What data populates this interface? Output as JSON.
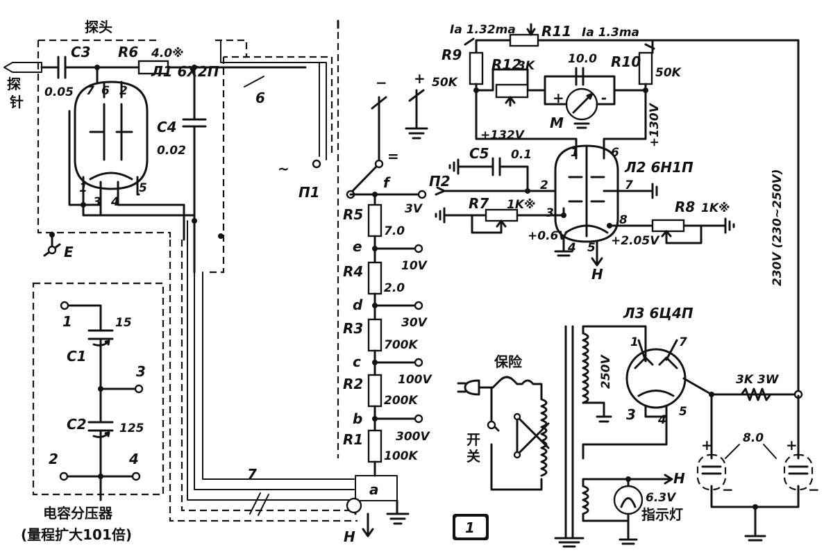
{
  "probe": {
    "title": "探头",
    "needle": "探针",
    "c3": "C3",
    "c3_value": "0.05",
    "r6": "R6",
    "r6_value": "4.0※",
    "tube": "Л1 6Х2П",
    "c4": "C4",
    "c4_value": "0.02",
    "pins": [
      "7",
      "6",
      "2",
      "1",
      "3",
      "4",
      "5"
    ],
    "ground_terminal": "E"
  },
  "cable": {
    "label_6": "6",
    "label_7": "7"
  },
  "ac_label": "~",
  "switch_p1": "П1",
  "divider": {
    "resistors": [
      {
        "name": "R5",
        "value": "7.0"
      },
      {
        "name": "R4",
        "value": "2.0"
      },
      {
        "name": "R3",
        "value": "700K"
      },
      {
        "name": "R2",
        "value": "200K"
      },
      {
        "name": "R1",
        "value": "100K"
      }
    ],
    "taps": [
      {
        "node": "f",
        "range": "3V"
      },
      {
        "node": "e",
        "range": "10V"
      },
      {
        "node": "d",
        "range": "30V"
      },
      {
        "node": "c",
        "range": "100V"
      },
      {
        "node": "b",
        "range": "300V"
      },
      {
        "node": "a",
        "range": ""
      }
    ],
    "dc_symbol": "=",
    "minus": "−",
    "plus": "+",
    "h_label": "H"
  },
  "bridge": {
    "current_left": "Iа 1.32mа",
    "r11": "R11",
    "current_right": "Iа 1.3mа",
    "r9": "R9",
    "r9_value": "50K",
    "r12": "R12",
    "r12_value": "3K",
    "cap_value": "10.0",
    "r10": "R10",
    "r10_value": "50K",
    "meter": "M",
    "plus_voltage": "+132V",
    "right_voltage": "+130V",
    "meter_plus": "+",
    "meter_minus": "-"
  },
  "tube2": {
    "name": "Л2 6Н1П",
    "c5": "C5",
    "c5_value": "0.1",
    "switch_p2": "П2",
    "r7": "R7",
    "r7_value": "1K※",
    "r8": "R8",
    "r8_value": "1K※",
    "cathode_left_voltage": "+0.6V",
    "cathode_right_voltage": "+2.05V",
    "pins": [
      "1",
      "6",
      "2",
      "7",
      "3",
      "8",
      "4",
      "5"
    ],
    "h_label": "H"
  },
  "supply_voltage": "230V (230~250V)",
  "capacitive_divider": {
    "c1": "C1",
    "c1_value": "15",
    "c2": "C2",
    "c2_value": "125",
    "terminals": [
      "1",
      "3",
      "2",
      "4"
    ],
    "title": "电容分压器",
    "subtitle": "(量程扩大101倍)"
  },
  "power": {
    "tube3": "Л3 6Ц4П",
    "fuse": "保险",
    "switch_line1": "开",
    "switch_line2": "关",
    "secondary_voltage": "250V",
    "pins": [
      "1",
      "7",
      "3",
      "4",
      "5"
    ],
    "resistor": "3K 3W",
    "filter_cap": "8.0",
    "plus": "+",
    "minus": "−",
    "filament_voltage": "6.3V",
    "indicator": "指示灯",
    "h_label": "H"
  },
  "figure_number": "1"
}
